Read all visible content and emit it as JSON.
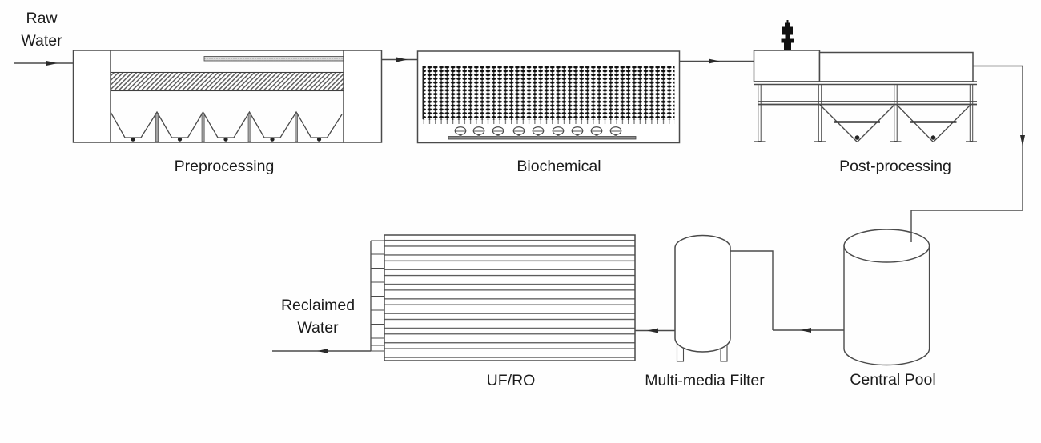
{
  "diagram": {
    "labels": {
      "raw_water_line1": "Raw",
      "raw_water_line2": "Water",
      "preprocessing": "Preprocessing",
      "biochemical": "Biochemical",
      "post_processing": "Post-processing",
      "reclaimed_line1": "Reclaimed",
      "reclaimed_line2": "Water",
      "uf_ro": "UF/RO",
      "multi_media_filter": "Multi-media Filter",
      "central_pool": "Central Pool"
    },
    "flow_sequence": [
      "Raw Water",
      "Preprocessing",
      "Biochemical",
      "Post-processing",
      "Central Pool",
      "Multi-media Filter",
      "UF/RO",
      "Reclaimed Water"
    ],
    "colors": {
      "line": "#4a4a4a",
      "dark_fill": "#111111",
      "gray_fill": "#9a9a9a",
      "background": "#ffffff"
    }
  }
}
